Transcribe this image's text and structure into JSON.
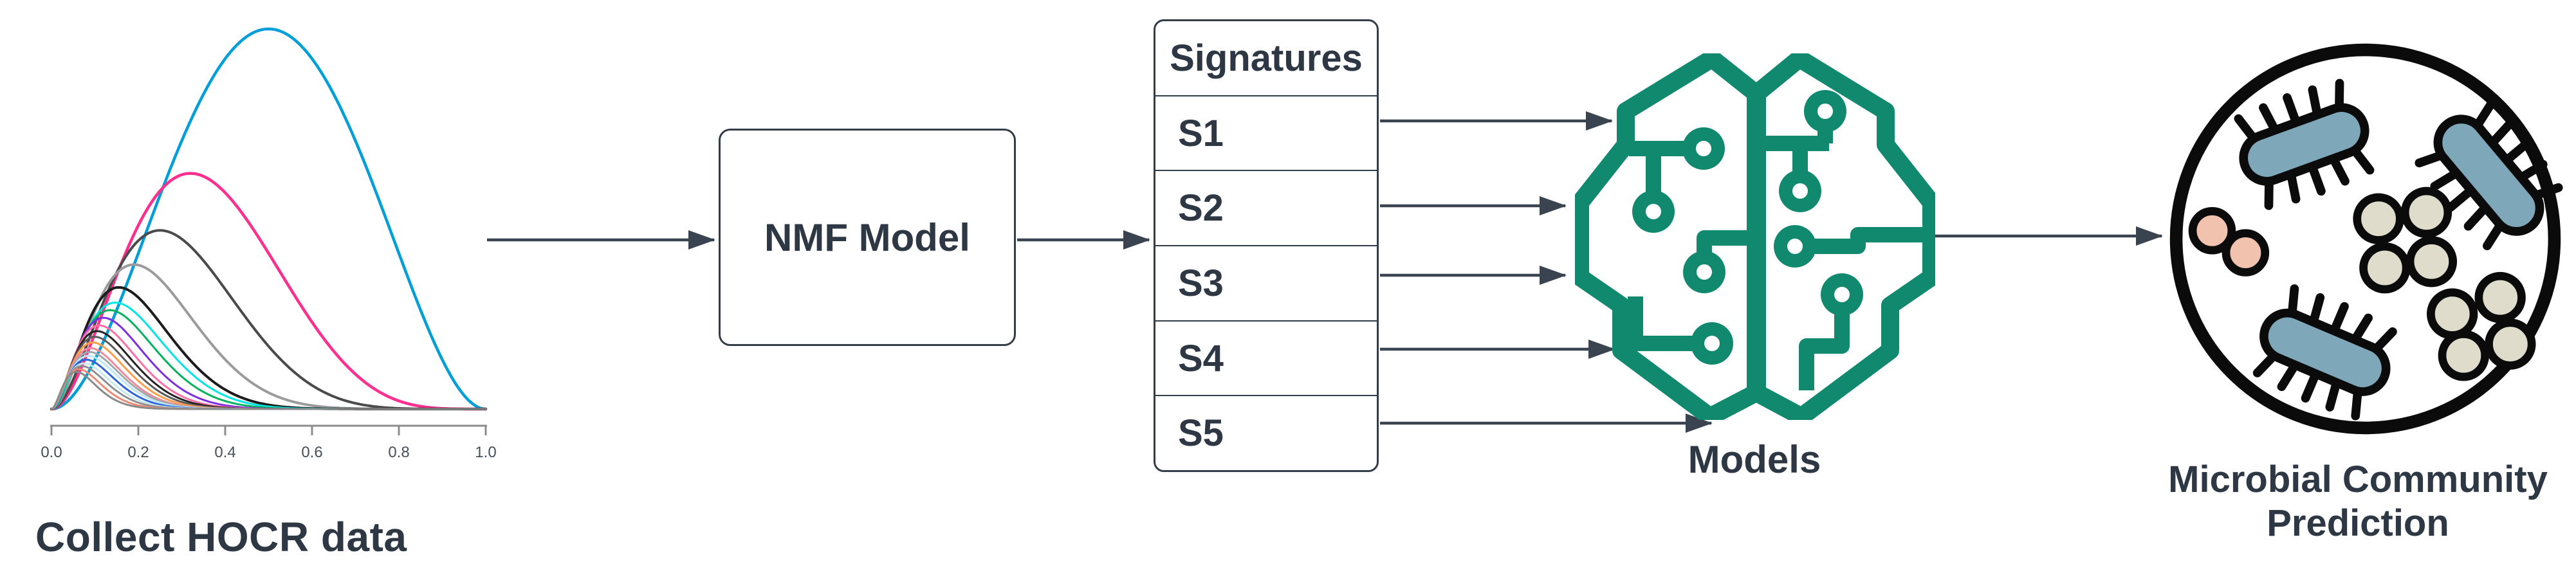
{
  "theme": {
    "accent_teal": "#10896F",
    "arrow": "#3A4450",
    "text": "#2E3845",
    "border": "#333D49",
    "axis": "#8C8C8C",
    "tick_label": "#46505A",
    "bacteria_blue": "#7EA8BA",
    "cocci_beige": "#DFDCCB",
    "cocci_pink": "#F1C2AD",
    "microbe_outline": "#0B0B0B"
  },
  "labels": {
    "collect": "Collect HOCR data",
    "nmf": "NMF Model",
    "models": "Models",
    "prediction_line1": "Microbial Community",
    "prediction_line2": "Prediction"
  },
  "signatures_table": {
    "header": "Signatures",
    "rows": [
      "S1",
      "S2",
      "S3",
      "S4",
      "S5"
    ]
  },
  "icons": {
    "models_icon": "circuit-brain-icon",
    "prediction_icon": "microbial-community-icon"
  },
  "chart_data": {
    "type": "line",
    "title": "Collect HOCR data",
    "xlabel": "",
    "ylabel": "",
    "xlim": [
      0.0,
      1.0
    ],
    "ylim": [
      0,
      1
    ],
    "grid": false,
    "legend": "none",
    "x_tick_labels": [
      "0.0",
      "0.2",
      "0.4",
      "0.6",
      "0.8",
      "1.0"
    ],
    "x_ticks": [
      0.0,
      0.2,
      0.4,
      0.6,
      0.8,
      1.0
    ],
    "series": [
      {
        "name": "curve-01",
        "color": "#009FDA",
        "peak_x": 0.5,
        "peak_y": 1.0
      },
      {
        "name": "curve-02",
        "color": "#FF2E8F",
        "peak_x": 0.32,
        "peak_y": 0.62
      },
      {
        "name": "curve-03",
        "color": "#4A4A4A",
        "peak_x": 0.25,
        "peak_y": 0.47
      },
      {
        "name": "curve-04",
        "color": "#9B9B9B",
        "peak_x": 0.19,
        "peak_y": 0.38
      },
      {
        "name": "curve-05",
        "color": "#1C1C1C",
        "peak_x": 0.155,
        "peak_y": 0.32
      },
      {
        "name": "curve-06",
        "color": "#00E5E5",
        "peak_x": 0.147,
        "peak_y": 0.28
      },
      {
        "name": "curve-07",
        "color": "#00B35C",
        "peak_x": 0.135,
        "peak_y": 0.26
      },
      {
        "name": "curve-08",
        "color": "#7B2FE0",
        "peak_x": 0.12,
        "peak_y": 0.24
      },
      {
        "name": "curve-09",
        "color": "#FF6FA5",
        "peak_x": 0.11,
        "peak_y": 0.22
      },
      {
        "name": "curve-10",
        "color": "#222222",
        "peak_x": 0.105,
        "peak_y": 0.205
      },
      {
        "name": "curve-11",
        "color": "#5A5A5A",
        "peak_x": 0.1,
        "peak_y": 0.19
      },
      {
        "name": "curve-12",
        "color": "#FF9E4A",
        "peak_x": 0.095,
        "peak_y": 0.175
      },
      {
        "name": "curve-13",
        "color": "#F2899B",
        "peak_x": 0.09,
        "peak_y": 0.16
      },
      {
        "name": "curve-14",
        "color": "#9FA8AD",
        "peak_x": 0.088,
        "peak_y": 0.15
      },
      {
        "name": "curve-15",
        "color": "#BFE6F2",
        "peak_x": 0.085,
        "peak_y": 0.14
      },
      {
        "name": "curve-16",
        "color": "#2E64D9",
        "peak_x": 0.08,
        "peak_y": 0.13
      },
      {
        "name": "curve-17",
        "color": "#C9E9EC",
        "peak_x": 0.075,
        "peak_y": 0.12
      },
      {
        "name": "curve-18",
        "color": "#8F8F8F",
        "peak_x": 0.07,
        "peak_y": 0.113
      },
      {
        "name": "curve-19",
        "color": "#EE8A74",
        "peak_x": 0.063,
        "peak_y": 0.105
      },
      {
        "name": "curve-20",
        "color": "#8A8A8A",
        "peak_x": 0.057,
        "peak_y": 0.098
      }
    ]
  }
}
